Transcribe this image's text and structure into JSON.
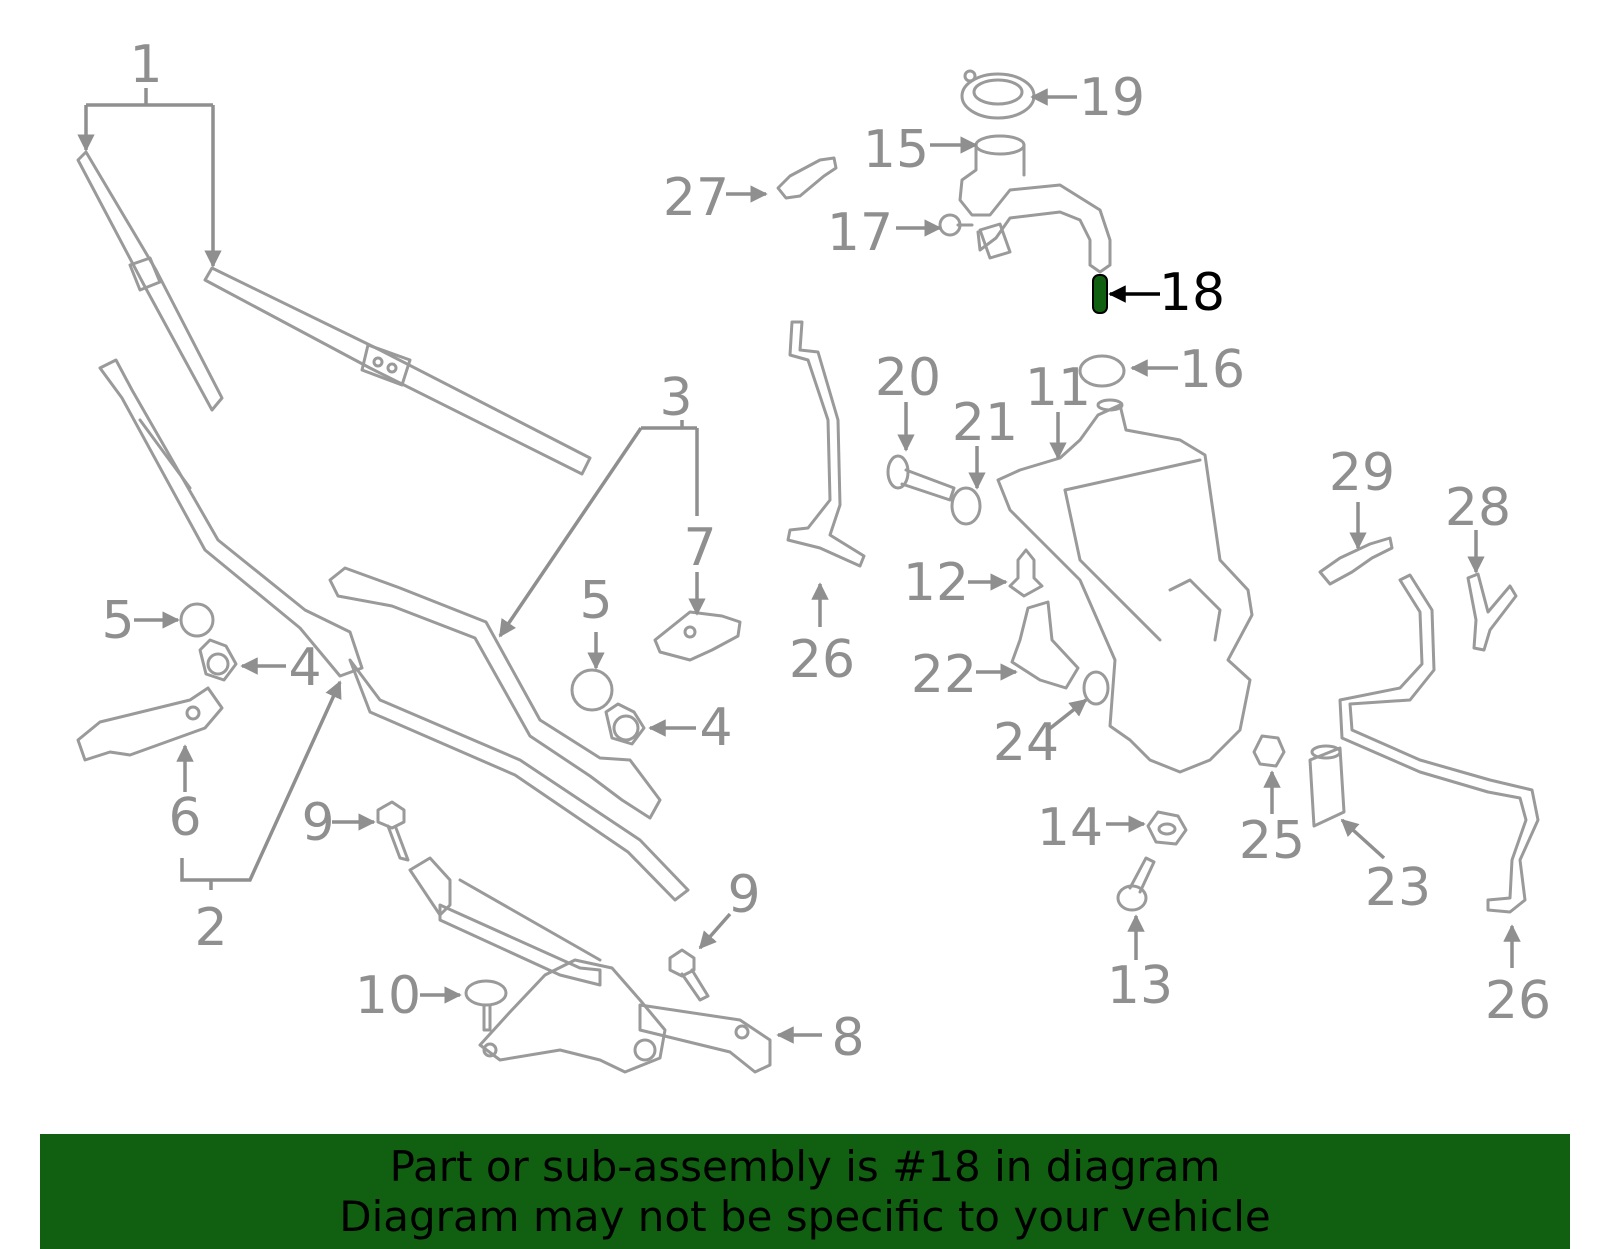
{
  "diagram": {
    "highlight_part": "18",
    "highlight_color": "#116011",
    "part_color": "#9a9a9a",
    "label_color": "#8f8f8f",
    "labels": {
      "l1": "1",
      "l2": "2",
      "l3": "3",
      "l4a": "4",
      "l4b": "4",
      "l5a": "5",
      "l5b": "5",
      "l6": "6",
      "l7": "7",
      "l8": "8",
      "l9a": "9",
      "l9b": "9",
      "l10": "10",
      "l11": "11",
      "l12": "12",
      "l13": "13",
      "l14": "14",
      "l15": "15",
      "l16": "16",
      "l17": "17",
      "l18": "18",
      "l19": "19",
      "l20": "20",
      "l21": "21",
      "l22": "22",
      "l23": "23",
      "l24": "24",
      "l25": "25",
      "l26a": "26",
      "l26b": "26",
      "l27": "27",
      "l28": "28",
      "l29": "29"
    }
  },
  "banner": {
    "background": "#116011",
    "line1": "Part or sub-assembly is #18 in diagram",
    "line2": "Diagram may not be specific to your vehicle"
  }
}
